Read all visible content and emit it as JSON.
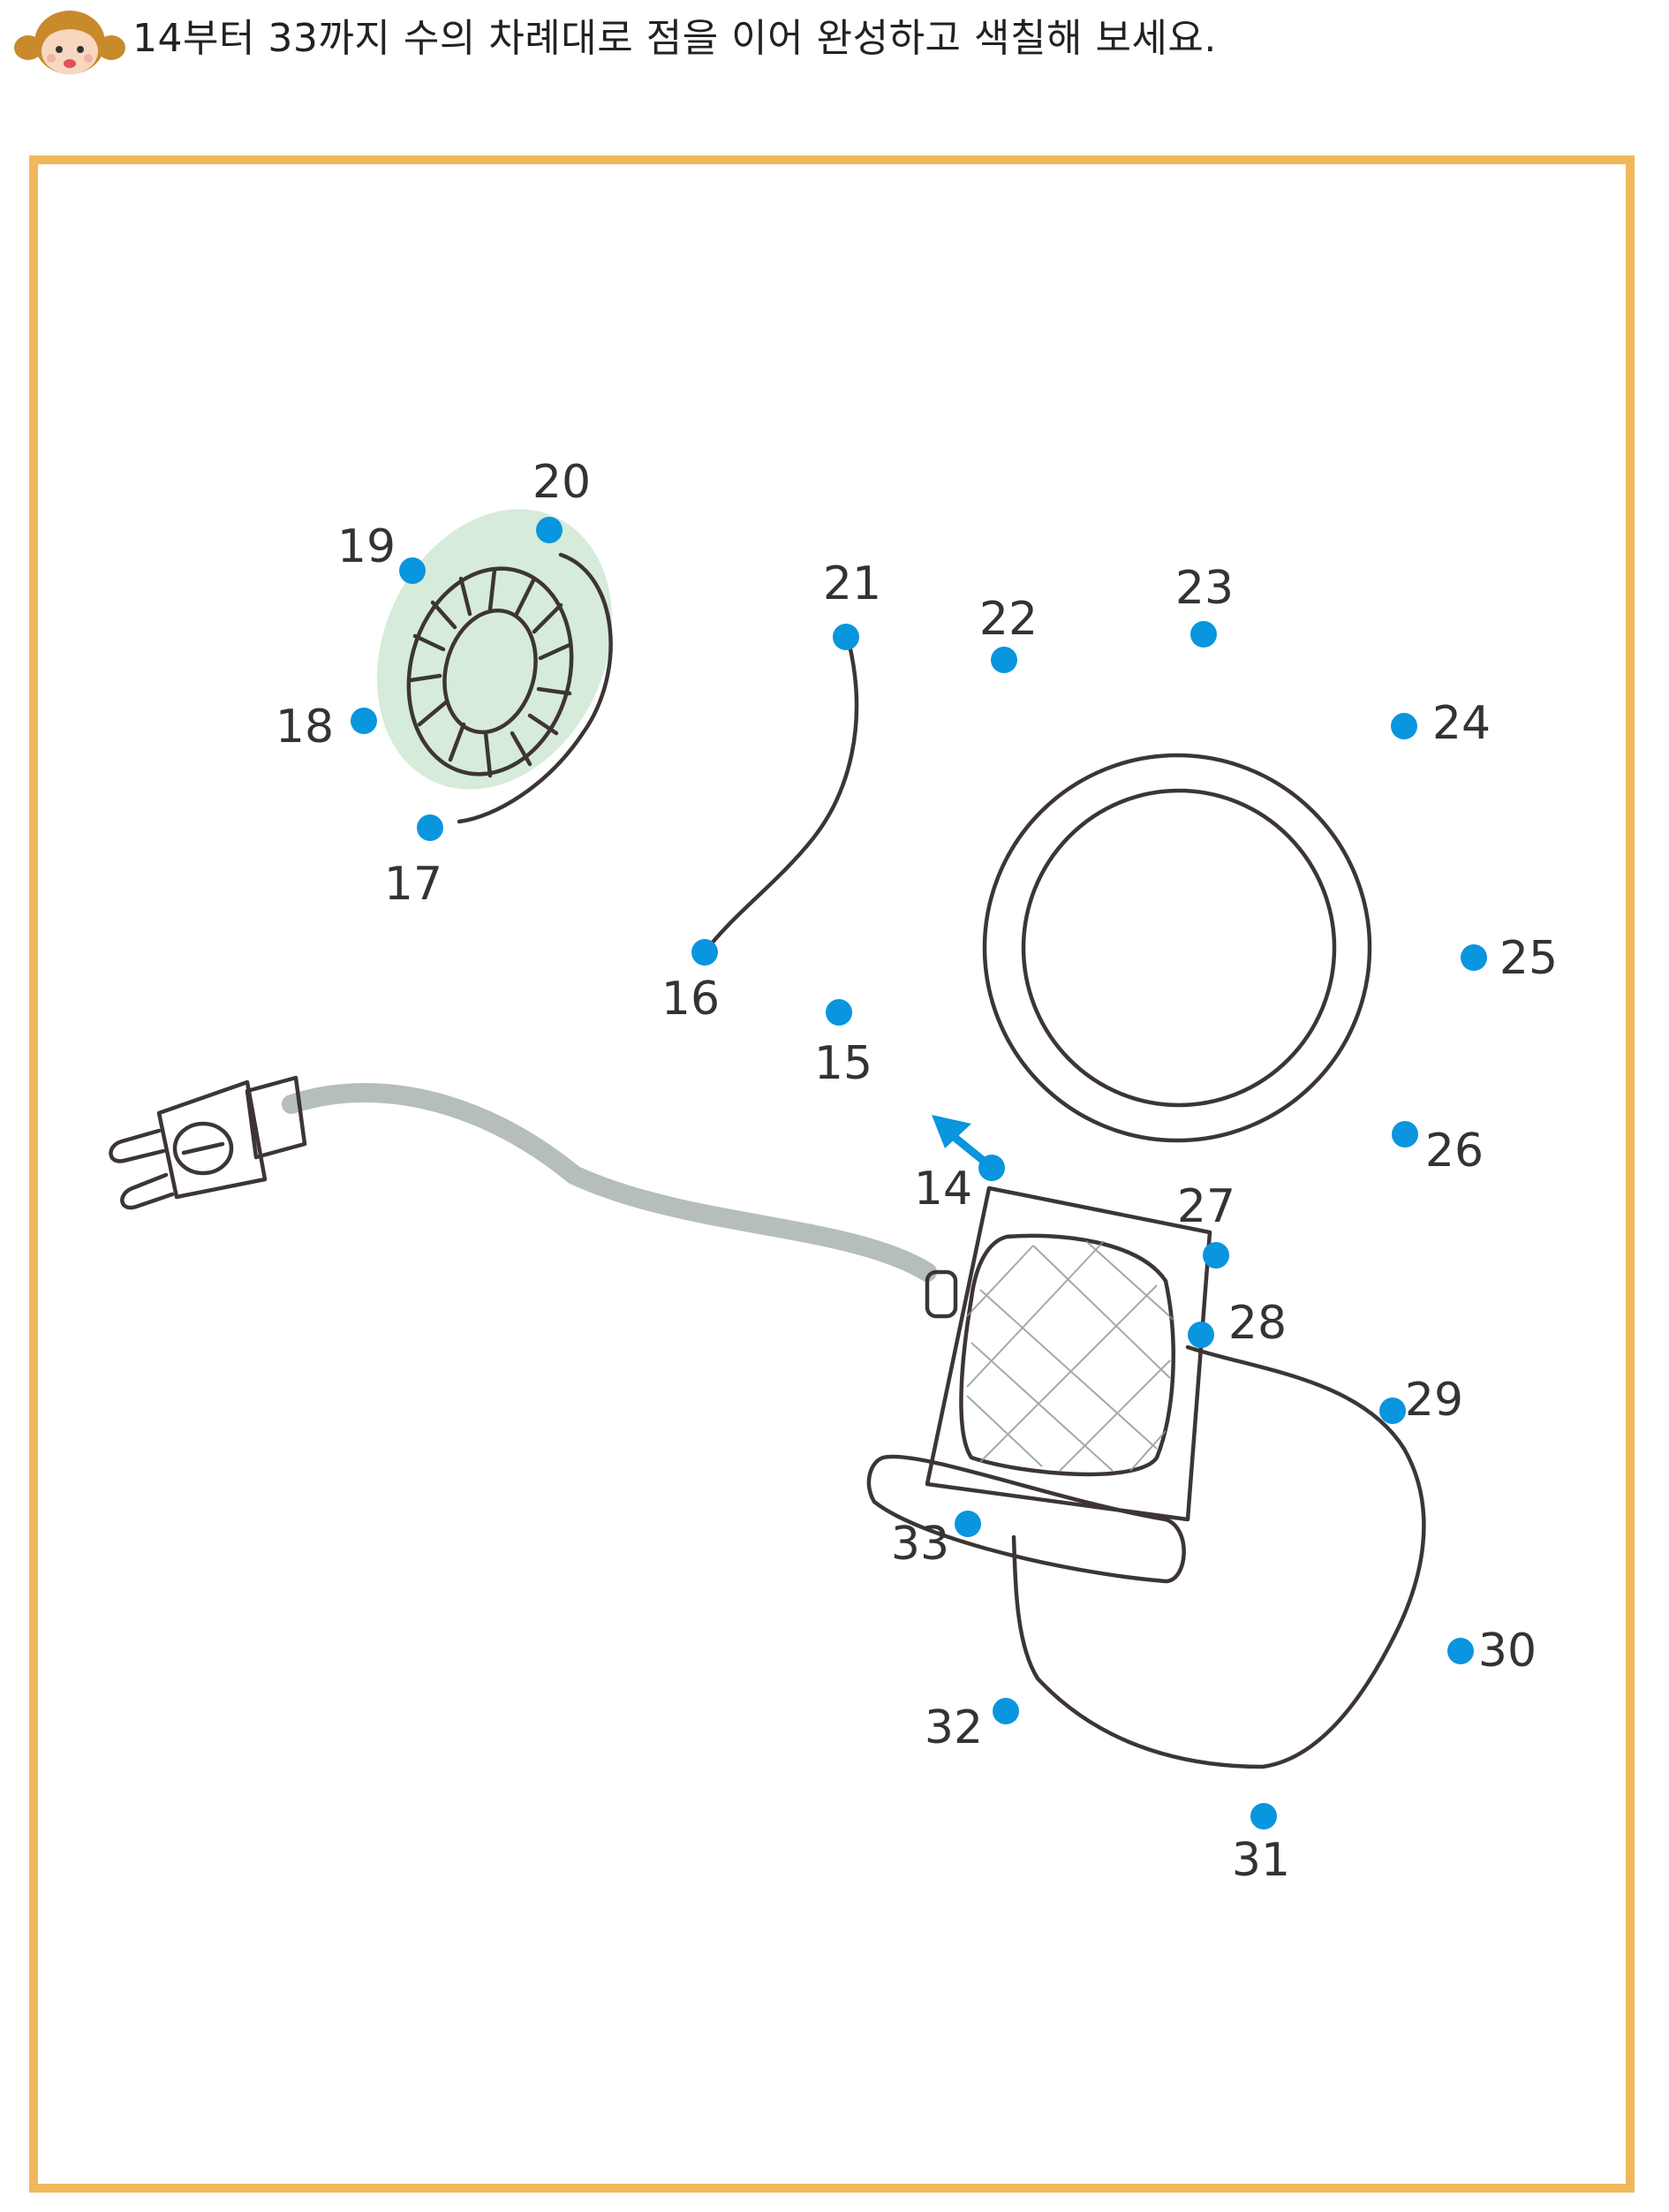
{
  "instruction": "14부터 33까지 수의 차례대로 점을 이어 완성하고 색칠해 보세요.",
  "icons": {
    "avatar": "girl-face-icon",
    "start_arrow": "arrow-up-left-icon"
  },
  "colors": {
    "frame_border": "#f0b85a",
    "dot": "#0a95df",
    "hair": "#c98a2b",
    "light_green": "#cfe8d2",
    "lens_blue": "#d6dcef"
  },
  "points": [
    {
      "label": "14"
    },
    {
      "label": "15"
    },
    {
      "label": "16"
    },
    {
      "label": "17"
    },
    {
      "label": "18"
    },
    {
      "label": "19"
    },
    {
      "label": "20"
    },
    {
      "label": "21"
    },
    {
      "label": "22"
    },
    {
      "label": "23"
    },
    {
      "label": "24"
    },
    {
      "label": "25"
    },
    {
      "label": "26"
    },
    {
      "label": "27"
    },
    {
      "label": "28"
    },
    {
      "label": "29"
    },
    {
      "label": "30"
    },
    {
      "label": "31"
    },
    {
      "label": "32"
    },
    {
      "label": "33"
    }
  ]
}
